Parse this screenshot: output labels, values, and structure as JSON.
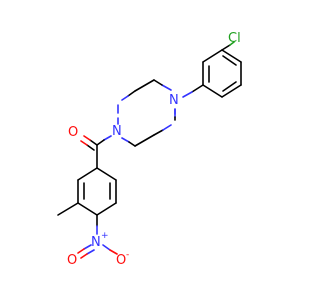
{
  "atoms": {
    "cl": "Cl",
    "n_upper": "N",
    "n_lower": "N",
    "o_carbonyl": "O",
    "n_nitro": "N",
    "nitro_plus": "+",
    "o_nitro_left": "O",
    "o_nitro_right": "O",
    "nitro_minus": "-"
  },
  "colors": {
    "carbon": "#000000",
    "nitrogen": "#3333ff",
    "oxygen": "#ff0d0d",
    "chlorine": "#1fa01f",
    "background": "#ffffff"
  }
}
